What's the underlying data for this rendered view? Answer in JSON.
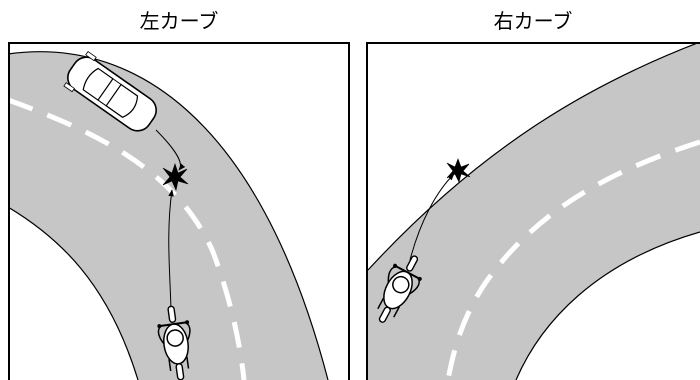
{
  "panels": [
    {
      "title": "左カーブ"
    },
    {
      "title": "右カーブ"
    }
  ],
  "colors": {
    "road": "#c6c6c6",
    "lane_marking": "#ffffff",
    "outline": "#000000",
    "background": "#ffffff"
  },
  "icons": [
    "car-icon",
    "motorcycle-icon",
    "collision-icon",
    "trajectory-arrow"
  ]
}
